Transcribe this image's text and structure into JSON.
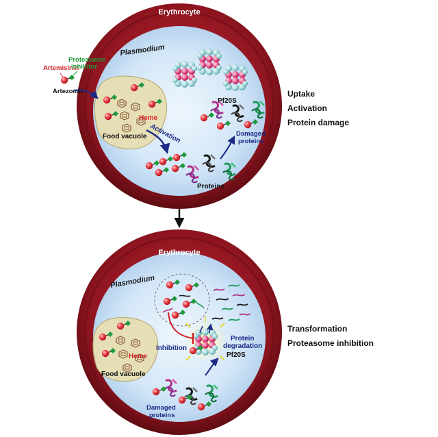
{
  "colors": {
    "membrane_dark": "#7a1018",
    "membrane": "#a51c25",
    "cytoplasm": "#d6e8f8",
    "food_vacuole": "#e6dfb6",
    "artemisinin": "#e0242c",
    "inhibitor": "#1f9a3b",
    "arrow": "#1b2a86",
    "inhibition": "#d01e26",
    "proteasome_teal": "#9fd3d5",
    "proteasome_pink": "#e24a82"
  },
  "top_panel": {
    "erythrocyte_label": "Erythrocyte",
    "plasmodium_label": "Plasmodium",
    "artemisinin_label": "Artemisinin",
    "proteasome_inhibitor_label_1": "Proteasome",
    "proteasome_inhibitor_label_2": "inhibitor",
    "artezomib_label": "Artezomib",
    "pf20s_label": "Pf20S",
    "heme_label": "Heme",
    "food_vacuole_label": "Food vacuole",
    "activation_label": "Activation",
    "damaged_proteins_label_1": "Damaged",
    "damaged_proteins_label_2": "proteins",
    "proteins_label": "Proteins",
    "side_labels": [
      "Uptake",
      "Activation",
      "Protein damage"
    ]
  },
  "bottom_panel": {
    "erythrocyte_label": "Erythrocyte",
    "plasmodium_label": "Plasmodium",
    "heme_label": "Heme",
    "food_vacuole_label": "Food vacuole",
    "inhibition_label": "Inhibition",
    "protein_degradation_label_1": "Protein",
    "protein_degradation_label_2": "degradation",
    "pf20s_label": "Pf20S",
    "damaged_proteins_label_1": "Damaged",
    "damaged_proteins_label_2": "proteins",
    "side_labels": [
      "Transformation",
      "Proteasome inhibition"
    ]
  },
  "icons": {
    "transition_arrow": "down-arrow-icon",
    "proteasome": "proteasome-barrel-icon",
    "protein": "protein-ribbon-icon",
    "drug": "artezomib-molecule-icon",
    "heme": "heme-crystal-icon"
  }
}
